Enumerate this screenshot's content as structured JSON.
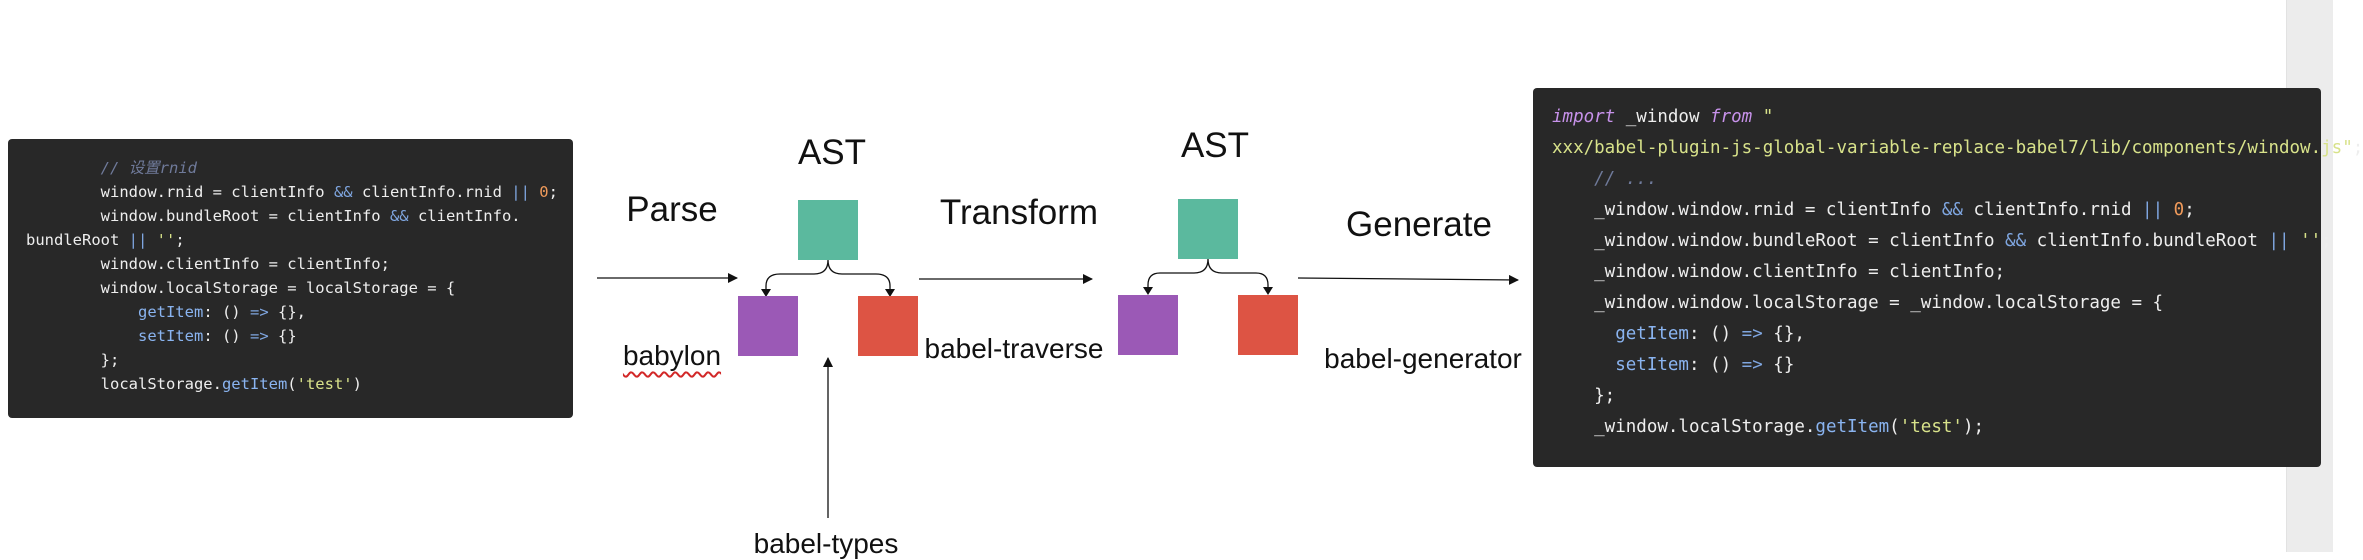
{
  "left_code": {
    "lines": [
      [
        {
          "t": "        "
        },
        {
          "t": "// 设置rnid",
          "c": "c-comment"
        }
      ],
      [
        {
          "t": "        window.rnid = clientInfo "
        },
        {
          "t": "&&",
          "c": "c-op"
        },
        {
          "t": " clientInfo.rnid "
        },
        {
          "t": "||",
          "c": "c-op"
        },
        {
          "t": " "
        },
        {
          "t": "0",
          "c": "c-num"
        },
        {
          "t": ";"
        }
      ],
      [
        {
          "t": "        window.bundleRoot = clientInfo "
        },
        {
          "t": "&&",
          "c": "c-op"
        },
        {
          "t": " clientInfo."
        }
      ],
      [
        {
          "t": "bundleRoot "
        },
        {
          "t": "||",
          "c": "c-op"
        },
        {
          "t": " "
        },
        {
          "t": "''",
          "c": "c-str"
        },
        {
          "t": ";"
        }
      ],
      [
        {
          "t": "        window.clientInfo = clientInfo;"
        }
      ],
      [
        {
          "t": "        window.localStorage = localStorage = {"
        }
      ],
      [
        {
          "t": "            "
        },
        {
          "t": "getItem",
          "c": "c-fn"
        },
        {
          "t": ": () "
        },
        {
          "t": "=>",
          "c": "c-op"
        },
        {
          "t": " {},"
        }
      ],
      [
        {
          "t": "            "
        },
        {
          "t": "setItem",
          "c": "c-fn"
        },
        {
          "t": ": () "
        },
        {
          "t": "=>",
          "c": "c-op"
        },
        {
          "t": " {}"
        }
      ],
      [
        {
          "t": "        };"
        }
      ],
      [
        {
          "t": "        localStorage."
        },
        {
          "t": "getItem",
          "c": "c-fn"
        },
        {
          "t": "("
        },
        {
          "t": "'test'",
          "c": "c-str"
        },
        {
          "t": ")"
        }
      ]
    ]
  },
  "right_code": {
    "lines": [
      [
        {
          "t": "import",
          "c": "c-kw"
        },
        {
          "t": " _window "
        },
        {
          "t": "from",
          "c": "c-kw"
        },
        {
          "t": " "
        },
        {
          "t": "\"",
          "c": "c-str"
        }
      ],
      [
        {
          "t": "xxx/babel-plugin-js-global-variable-replace-babel7/lib/components/window.js\"",
          "c": "c-str"
        },
        {
          "t": ";"
        }
      ],
      [
        {
          "t": "    "
        },
        {
          "t": "// ...",
          "c": "c-comment"
        }
      ],
      [
        {
          "t": "    _window.window.rnid = clientInfo "
        },
        {
          "t": "&&",
          "c": "c-op"
        },
        {
          "t": " clientInfo.rnid "
        },
        {
          "t": "||",
          "c": "c-op"
        },
        {
          "t": " "
        },
        {
          "t": "0",
          "c": "c-num"
        },
        {
          "t": ";"
        }
      ],
      [
        {
          "t": "    _window.window.bundleRoot = clientInfo "
        },
        {
          "t": "&&",
          "c": "c-op"
        },
        {
          "t": " clientInfo.bundleRoot "
        },
        {
          "t": "||",
          "c": "c-op"
        },
        {
          "t": " "
        },
        {
          "t": "''",
          "c": "c-str"
        },
        {
          "t": ";"
        }
      ],
      [
        {
          "t": "    _window.window.clientInfo = clientInfo;"
        }
      ],
      [
        {
          "t": "    _window.window.localStorage = _window.localStorage = {"
        }
      ],
      [
        {
          "t": "      "
        },
        {
          "t": "getItem",
          "c": "c-fn"
        },
        {
          "t": ": () "
        },
        {
          "t": "=>",
          "c": "c-op"
        },
        {
          "t": " {},"
        }
      ],
      [
        {
          "t": "      "
        },
        {
          "t": "setItem",
          "c": "c-fn"
        },
        {
          "t": ": () "
        },
        {
          "t": "=>",
          "c": "c-op"
        },
        {
          "t": " {}"
        }
      ],
      [
        {
          "t": "    };"
        }
      ],
      [
        {
          "t": "    _window.localStorage."
        },
        {
          "t": "getItem",
          "c": "c-fn"
        },
        {
          "t": "("
        },
        {
          "t": "'test'",
          "c": "c-str"
        },
        {
          "t": ");"
        }
      ]
    ]
  },
  "labels": {
    "parse": "Parse",
    "babylon": "babylon",
    "ast_1": "AST",
    "transform": "Transform",
    "babel_traverse": "babel-traverse",
    "ast_2": "AST",
    "generate": "Generate",
    "babel_generator": "babel-generator",
    "babel_types": "babel-types"
  },
  "colors": {
    "root_node": "#5bb99e",
    "left_child_node": "#9b59b6",
    "right_child_node": "#dd5444",
    "code_background": "#282828"
  }
}
